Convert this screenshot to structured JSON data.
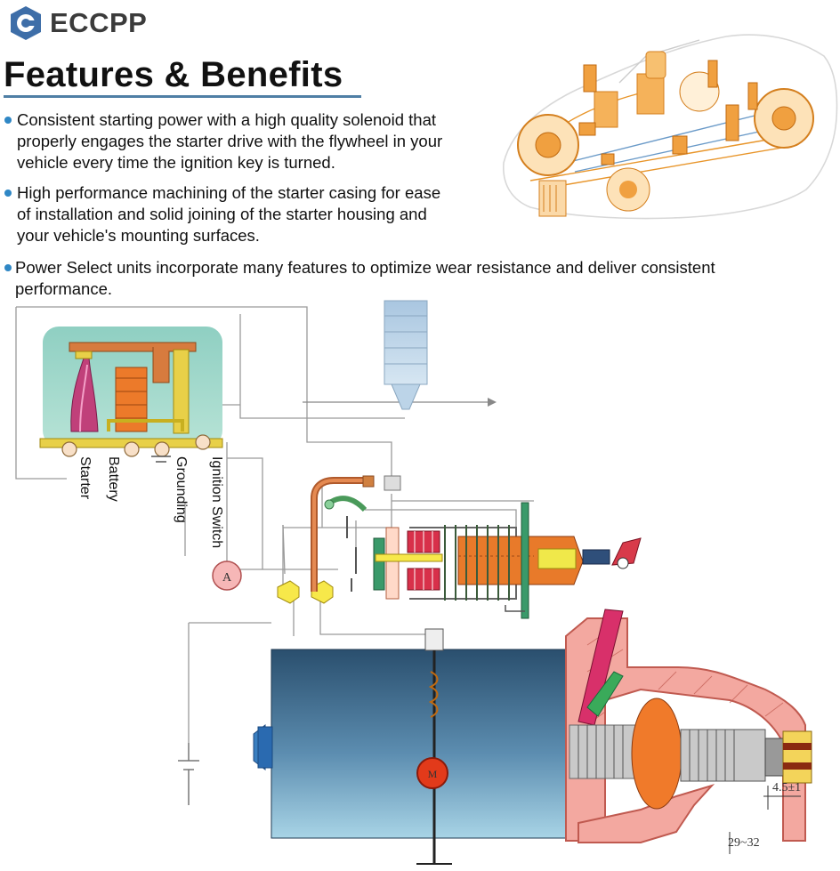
{
  "brand": {
    "name": "ECCPP",
    "logo_color": "#3e6ea8"
  },
  "title": "Features & Benefits",
  "accent_color": "#4f7fa5",
  "bullet_color": "#2f87c5",
  "features": [
    {
      "lines": [
        "Consistent starting power with a high quality solenoid that",
        "properly engages the starter drive with the flywheel in your",
        "vehicle every time the ignition key is turned."
      ]
    },
    {
      "lines": [
        "High performance machining of the starter casing for ease",
        "of installation and solid joining of the starter housing and",
        "your vehicle's mounting surfaces."
      ]
    },
    {
      "lines": [
        "Power Select units incorporate many features to optimize wear resistance and deliver consistent",
        "performance."
      ]
    }
  ],
  "diagram": {
    "terminal_labels": [
      "Starter",
      "Battery",
      "Grounding",
      "Ignition Switch"
    ],
    "ammeter_label": "A",
    "motor_label": "M",
    "dimensions": [
      "4.5±1",
      "29~32"
    ]
  }
}
